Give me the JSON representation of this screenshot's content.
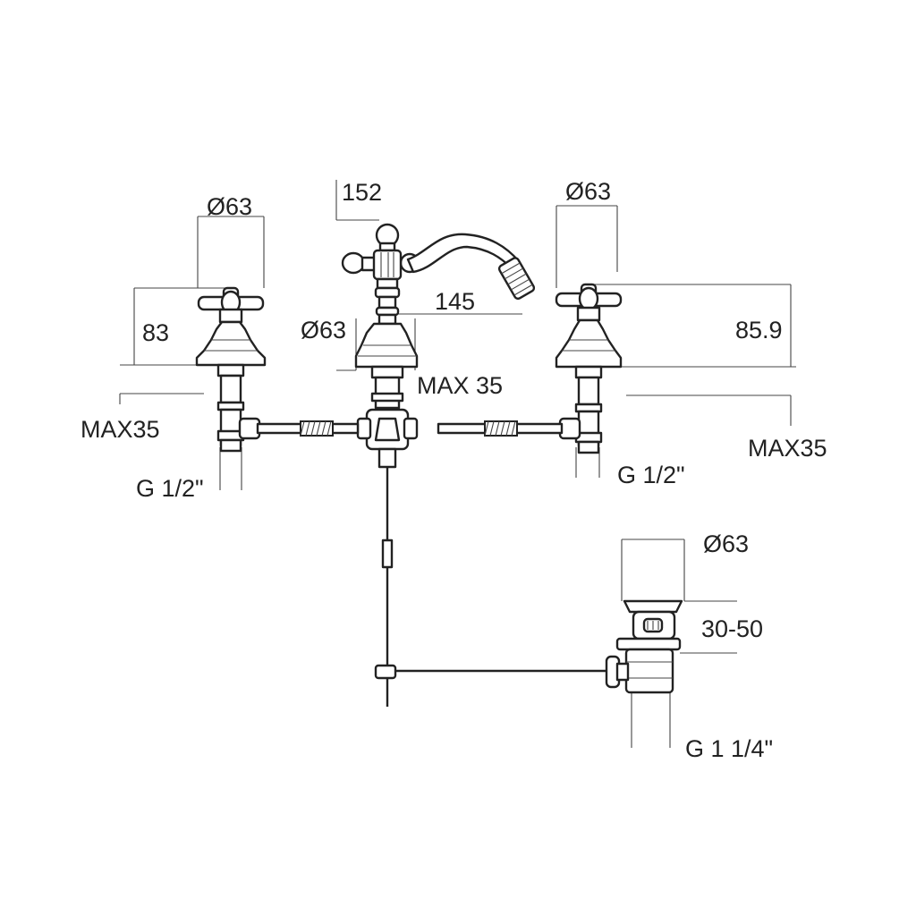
{
  "dimensions": {
    "left_handle_diameter": "Ø63",
    "left_handle_height": "83",
    "left_max": "MAX35",
    "left_thread": "G 1/2\"",
    "spout_height": "152",
    "spout_reach": "145",
    "spout_base_diameter": "Ø63",
    "spout_max": "MAX 35",
    "right_handle_diameter": "Ø63",
    "right_handle_height": "85.9",
    "right_max": "MAX35",
    "right_thread": "G 1/2\"",
    "drain_diameter": "Ø63",
    "drain_range": "30-50",
    "drain_thread": "G 1 1/4\""
  }
}
